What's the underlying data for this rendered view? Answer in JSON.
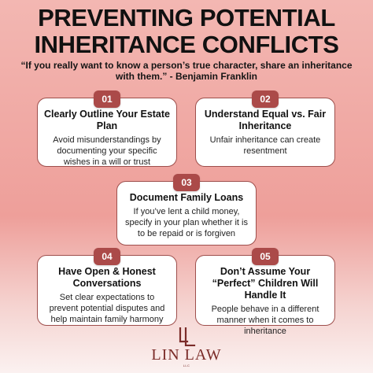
{
  "header": {
    "title_line_1": "PREVENTING POTENTIAL",
    "title_line_2": "INHERITANCE CONFLICTS"
  },
  "quote": {
    "text": "“If you really want to know a person’s true character, share an inheritance with them.” - Benjamin Franklin"
  },
  "cards": [
    {
      "number": "01",
      "title": "Clearly Outline Your Estate Plan",
      "body": "Avoid misunderstandings by documenting your specific wishes in a will or trust"
    },
    {
      "number": "02",
      "title": "Understand Equal vs. Fair Inheritance",
      "body": "Unfair inheritance can create resentment"
    },
    {
      "number": "03",
      "title": "Document Family Loans",
      "body": "If you’ve lent a child money, specify in your plan whether it is to be repaid or is forgiven"
    },
    {
      "number": "04",
      "title": "Have Open & Honest Conversations",
      "body": "Set clear expectations to prevent potential disputes and help maintain family harmony"
    },
    {
      "number": "05",
      "title": "Don’t Assume Your “Perfect” Children Will Handle It",
      "body": "People behave in a different manner when it comes to inheritance"
    }
  ],
  "logo": {
    "name": "LIN LAW",
    "suffix": "LLC"
  },
  "colors": {
    "background_top": "#f3b7b2",
    "background_bottom": "#fbf1f0",
    "accent": "#ab4a49",
    "logo": "#7b2c29"
  }
}
